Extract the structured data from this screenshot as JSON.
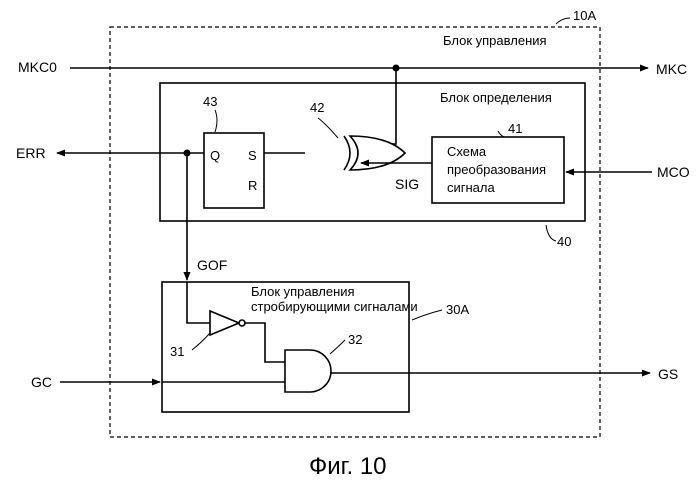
{
  "outer_block": {
    "ref": "10A",
    "title": "Блок управления"
  },
  "detection_block": {
    "ref": "40",
    "title": "Блок определения"
  },
  "flipflop": {
    "ref": "43",
    "pin_q": "Q",
    "pin_s": "S",
    "pin_r": "R"
  },
  "xor_gate": {
    "ref": "42"
  },
  "converter": {
    "ref": "41",
    "line1": "Схема",
    "line2": "преобразования",
    "line3": "сигнала"
  },
  "gate_block": {
    "ref": "30A",
    "title_line1": "Блок управления",
    "title_line2": "стробирующими сигналами"
  },
  "buffer": {
    "ref": "31"
  },
  "and_gate": {
    "ref": "32"
  },
  "signals": {
    "mkc0": "MKC0",
    "mkc": "MKC",
    "err": "ERR",
    "mco": "MCO",
    "sig": "SIG",
    "gof": "GOF",
    "gc": "GC",
    "gs": "GS"
  },
  "caption": "Фиг. 10"
}
